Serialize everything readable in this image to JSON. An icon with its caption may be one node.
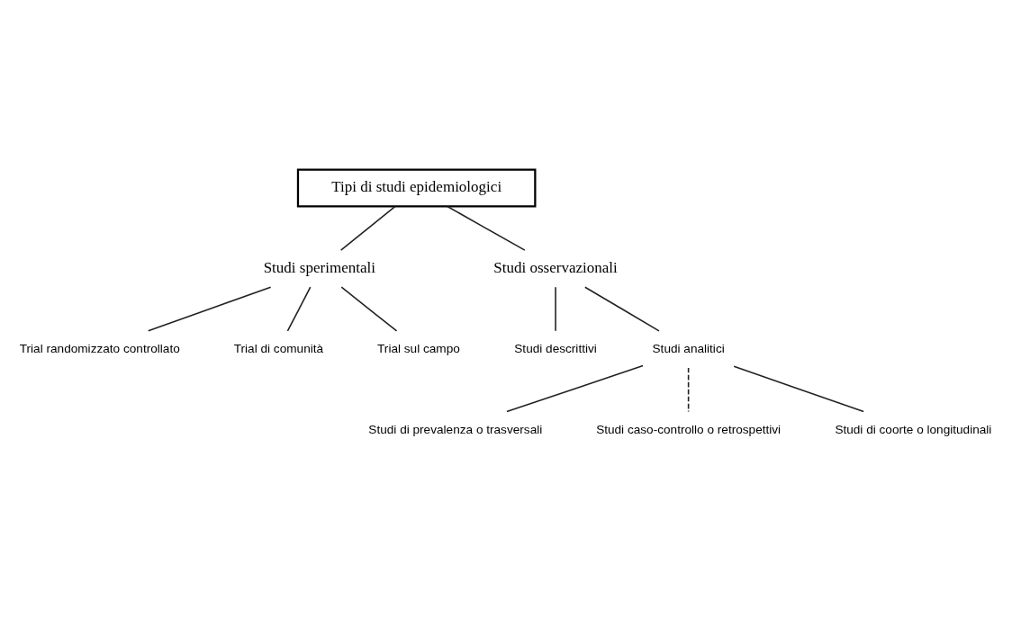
{
  "diagram": {
    "nodes": [
      {
        "text": [
          "Tipi di studi epidemiologici"
        ]
      },
      {
        "text": [
          "Studi sperimentali"
        ]
      },
      {
        "text": [
          "Studi osservazionali"
        ]
      },
      {
        "text": [
          "Trial randomizzato controllato"
        ]
      },
      {
        "text": [
          "Trial di comunità"
        ]
      },
      {
        "text": [
          "Trial sul campo"
        ]
      },
      {
        "text": [
          "Studi descrittivi"
        ]
      },
      {
        "text": [
          "Studi analitici"
        ]
      },
      {
        "text": [
          "Studi di prevalenza o trasversali"
        ]
      },
      {
        "text": [
          "Studi caso-controllo o retrospettivi"
        ]
      },
      {
        "text": [
          "Studi di coorte o longitudinali"
        ]
      }
    ],
    "edges": [
      {
        "from": 0,
        "to": 1,
        "arrow": "none"
      },
      {
        "from": 0,
        "to": 2,
        "arrow": "none"
      },
      {
        "from": 1,
        "to": 3,
        "arrow": "none"
      },
      {
        "from": 1,
        "to": 4,
        "arrow": "none"
      },
      {
        "from": 1,
        "to": 5,
        "arrow": "none"
      },
      {
        "from": 2,
        "to": 6,
        "arrow": "none"
      },
      {
        "from": 2,
        "to": 7,
        "arrow": "none"
      },
      {
        "from": 7,
        "to": 8,
        "arrow": "none"
      },
      {
        "from": 7,
        "to": 9,
        "arrow": "none",
        "style": "dashed"
      },
      {
        "from": 7,
        "to": 10,
        "arrow": "none"
      }
    ]
  }
}
